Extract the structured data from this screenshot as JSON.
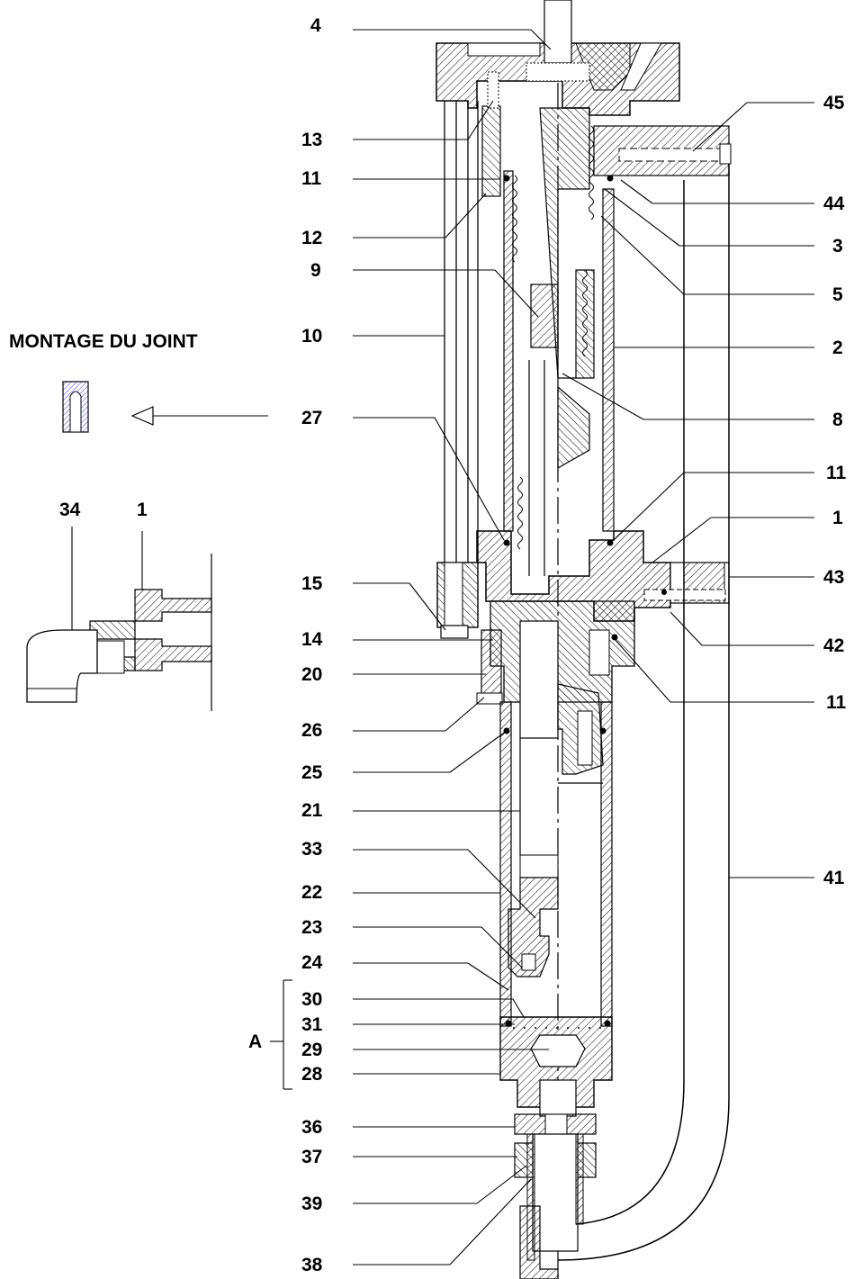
{
  "title": "MONTAGE DU JOINT",
  "detail_group": "A",
  "labels_left": [
    "4",
    "13",
    "11",
    "12",
    "9",
    "10",
    "27",
    "15",
    "14",
    "20",
    "26",
    "25",
    "21",
    "33",
    "22",
    "23",
    "24",
    "30",
    "31",
    "29",
    "28",
    "36",
    "37",
    "39",
    "38"
  ],
  "labels_right": [
    "45",
    "44",
    "3",
    "5",
    "2",
    "8",
    "11",
    "1",
    "43",
    "42",
    "11",
    "41"
  ],
  "inset_labels": [
    "34",
    "1"
  ]
}
